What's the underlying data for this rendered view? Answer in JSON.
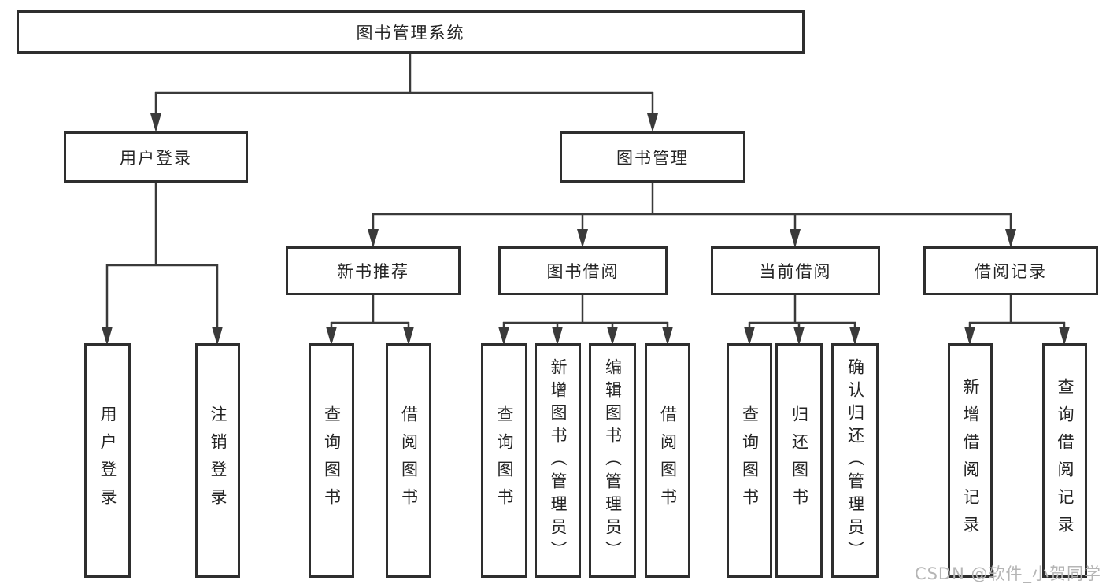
{
  "diagram_title": "图书管理系统",
  "watermark": "CSDN @软件_小贺同学",
  "colors": {
    "line": "#3a3a3a",
    "box_border": "#2e2e2e",
    "text": "#242424",
    "watermark": "#b5b5b5",
    "background": "#ffffff"
  },
  "nodes": {
    "root": {
      "label": "图书管理系统"
    },
    "userLogin": {
      "label": "用户登录"
    },
    "bookMgmt": {
      "label": "图书管理"
    },
    "newBookRec": {
      "label": "新书推荐"
    },
    "bookBorrow": {
      "label": "图书借阅"
    },
    "currentBorrow": {
      "label": "当前借阅"
    },
    "borrowRecord": {
      "label": "借阅记录"
    },
    "leafUserLogin": {
      "label": "用户登录"
    },
    "leafLogout": {
      "label": "注销登录"
    },
    "leafQueryBook1": {
      "label": "查询图书"
    },
    "leafBorrowBook1": {
      "label": "借阅图书"
    },
    "leafQueryBook2": {
      "label": "查询图书"
    },
    "leafAddBook": {
      "label": "新增图书（管理员）"
    },
    "leafEditBook": {
      "label": "编辑图书（管理员）"
    },
    "leafBorrowBook2": {
      "label": "借阅图书"
    },
    "leafQueryBook3": {
      "label": "查询图书"
    },
    "leafReturnBook": {
      "label": "归还图书"
    },
    "leafConfirmReturn": {
      "label": "确认归还（管理员）"
    },
    "leafAddRecord": {
      "label": "新增借阅记录"
    },
    "leafQueryRecord": {
      "label": "查询借阅记录"
    }
  }
}
